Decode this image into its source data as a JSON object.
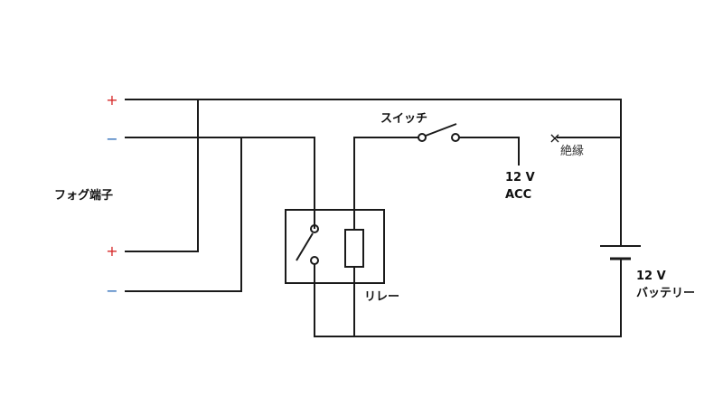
{
  "colors": {
    "plus": "#d62828",
    "minus": "#2a6bb8",
    "wire": "#1a1a1a"
  },
  "fog_terminal": {
    "label": "フォグ端子",
    "plus_top": "+",
    "minus_top": "−",
    "plus_bottom": "+",
    "minus_bottom": "−"
  },
  "switch": {
    "label": "スイッチ"
  },
  "acc": {
    "voltage": "12 V",
    "name": "ACC"
  },
  "insulation": {
    "mark": "×",
    "label": "絶縁"
  },
  "relay": {
    "label": "リレー"
  },
  "battery": {
    "voltage": "12 V",
    "name": "バッテリー"
  }
}
